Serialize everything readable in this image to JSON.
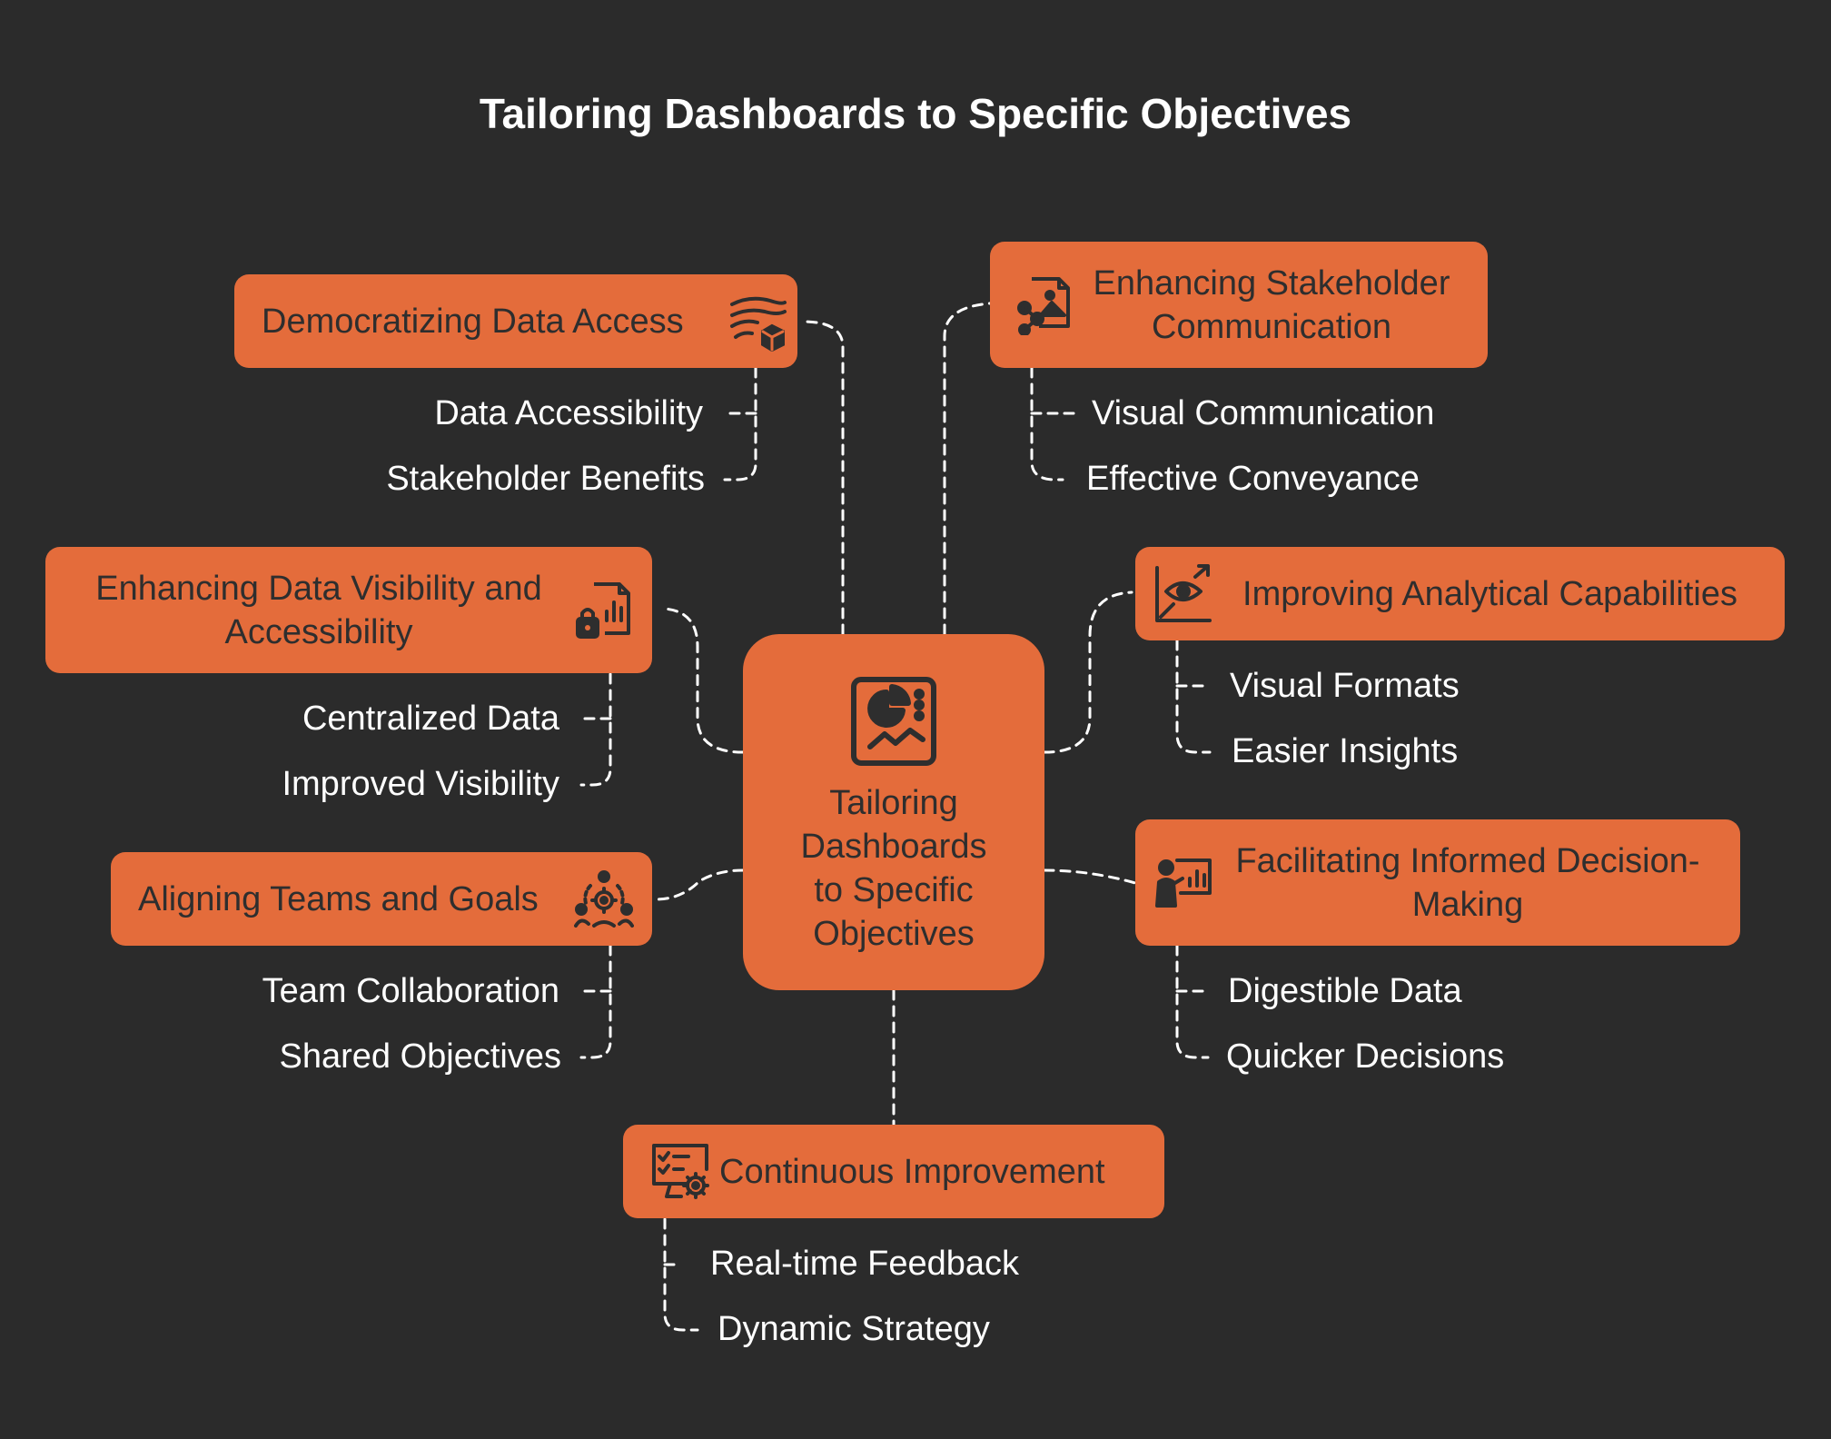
{
  "title": "Tailoring Dashboards to Specific Objectives",
  "center": {
    "label": "Tailoring Dashboards to Specific Objectives",
    "icon": "dashboard-chart-icon"
  },
  "colors": {
    "background": "#2b2b2b",
    "box": "#e46c3b",
    "box_text": "#2e2e2e",
    "sub_text": "#ffffff"
  },
  "branches": [
    {
      "id": "democratizing",
      "label": "Democratizing Data Access",
      "icon": "data-streams-icon",
      "items": [
        "Data Accessibility",
        "Stakeholder Benefits"
      ]
    },
    {
      "id": "stakeholder",
      "label": "Enhancing Stakeholder Communication",
      "icon": "share-image-icon",
      "items": [
        "Visual Communication",
        "Effective Conveyance"
      ]
    },
    {
      "id": "visibility",
      "label": "Enhancing Data Visibility and Accessibility",
      "icon": "locked-chart-icon",
      "items": [
        "Centralized Data",
        "Improved Visibility"
      ]
    },
    {
      "id": "analytical",
      "label": "Improving Analytical Capabilities",
      "icon": "eye-chart-icon",
      "items": [
        "Visual Formats",
        "Easier Insights"
      ]
    },
    {
      "id": "aligning",
      "label": "Aligning Teams and Goals",
      "icon": "team-gear-icon",
      "items": [
        "Team Collaboration",
        "Shared Objectives"
      ]
    },
    {
      "id": "decision",
      "label": "Facilitating Informed Decision-Making",
      "icon": "presenter-chart-icon",
      "items": [
        "Digestible Data",
        "Quicker Decisions"
      ]
    },
    {
      "id": "continuous",
      "label": "Continuous Improvement",
      "icon": "monitor-gear-icon",
      "items": [
        "Real-time Feedback",
        "Dynamic Strategy"
      ]
    }
  ]
}
